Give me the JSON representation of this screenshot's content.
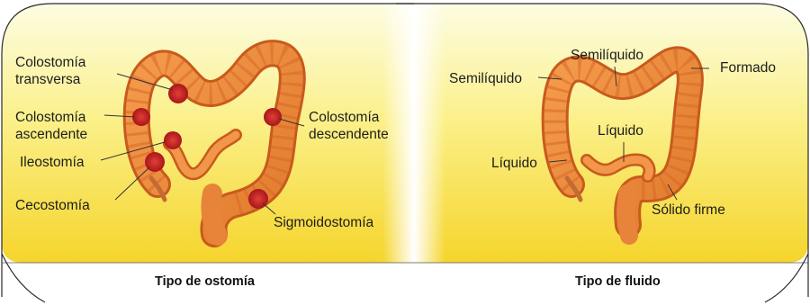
{
  "left_panel": {
    "caption": "Tipo de ostomía",
    "labels": {
      "colostomia_transversa": [
        "Colostomía",
        "transversa"
      ],
      "colostomia_ascendente": [
        "Colostomía",
        "ascendente"
      ],
      "ileostomia": "Ileostomía",
      "cecostomia": "Cecostomía",
      "colostomia_descendente": [
        "Colostomía",
        "descendente"
      ],
      "sigmoidostomia": "Sigmoidostomía"
    }
  },
  "right_panel": {
    "caption": "Tipo de fluido",
    "labels": {
      "semiliquido_left": "Semilíquido",
      "semiliquido_top": "Semilíquido",
      "formado": "Formado",
      "liquido_center": "Líquido",
      "liquido_left": "Líquido",
      "solido_firme": "Sólido firme"
    }
  },
  "colors": {
    "panel_gradient_top": "#fdfde0",
    "panel_gradient_bottom": "#f6d52c",
    "intestine_fill": "#ee8a3a",
    "intestine_dark": "#c85a1d",
    "stoma_red": "#c8262a",
    "frame_line": "#222222"
  }
}
